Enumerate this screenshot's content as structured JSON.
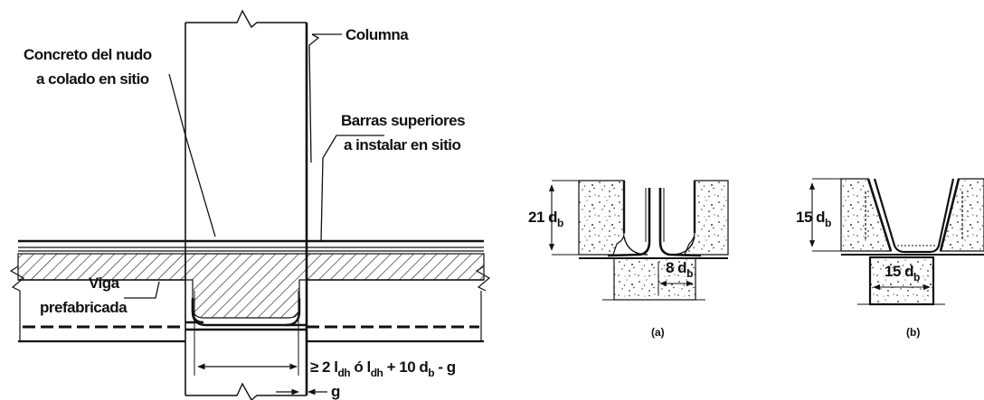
{
  "main_detail": {
    "labels": {
      "columna": "Columna",
      "concreto_line1": "Concreto del nudo",
      "concreto_line2": "a colado en sitio",
      "barras_line1": "Barras superiores",
      "barras_line2": "a instalar en sitio",
      "viga_line1": "Viga",
      "viga_line2": "prefabricada",
      "dimension_main": "≥ 2 l",
      "dimension_sub1": "dh",
      "dimension_or": " ó l",
      "dimension_sub2": "dh",
      "dimension_plus": " + 10 d",
      "dimension_sub3": "b",
      "dimension_tail": " - g",
      "gap": "g"
    }
  },
  "section_a": {
    "caption": "(a)",
    "height_dim": "21 d",
    "height_sub": "b",
    "width_dim": "8 d",
    "width_sub": "b"
  },
  "section_b": {
    "caption": "(b)",
    "height_dim": "15 d",
    "height_sub": "b",
    "width_dim": "15 d",
    "width_sub": "b"
  }
}
